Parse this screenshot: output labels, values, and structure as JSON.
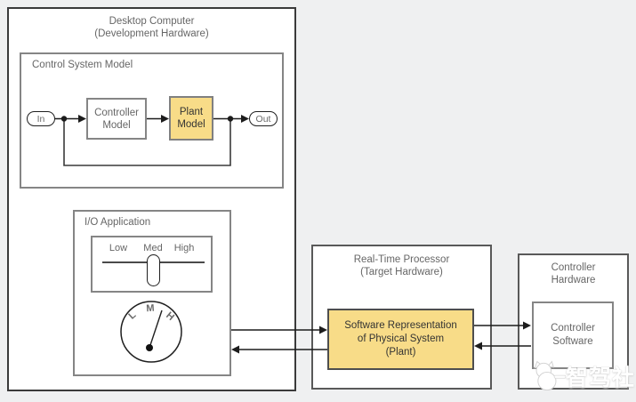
{
  "colors": {
    "highlight_yellow": "#f8dc88",
    "background": "#eff0f1",
    "line_black": "#1c1c1c",
    "border_gray": "#858585",
    "text_gray": "#666666"
  },
  "desktop_computer": {
    "title_line1": "Desktop Computer",
    "title_line2": "(Development Hardware)",
    "control_system_model": {
      "label": "Control System Model",
      "in_port_label": "In",
      "controller_model": {
        "line1": "Controller",
        "line2": "Model"
      },
      "plant_model": {
        "line1": "Plant",
        "line2": "Model"
      },
      "out_port_label": "Out"
    },
    "io_application": {
      "label": "I/O Application",
      "slider_labels": {
        "low": "Low",
        "med": "Med",
        "high": "High"
      },
      "gauge_labels": {
        "l": "L",
        "m": "M",
        "h": "H"
      }
    }
  },
  "realtime_processor": {
    "title_line1": "Real-Time Processor",
    "title_line2": "(Target Hardware)",
    "plant_software": {
      "line1": "Software Representation",
      "line2": "of Physical System",
      "line3": "(Plant)"
    }
  },
  "controller_hardware": {
    "title_line1": "Controller",
    "title_line2": "Hardware",
    "controller_software": {
      "line1": "Controller",
      "line2": "Software"
    }
  },
  "watermark": {
    "text": "智驾社"
  }
}
